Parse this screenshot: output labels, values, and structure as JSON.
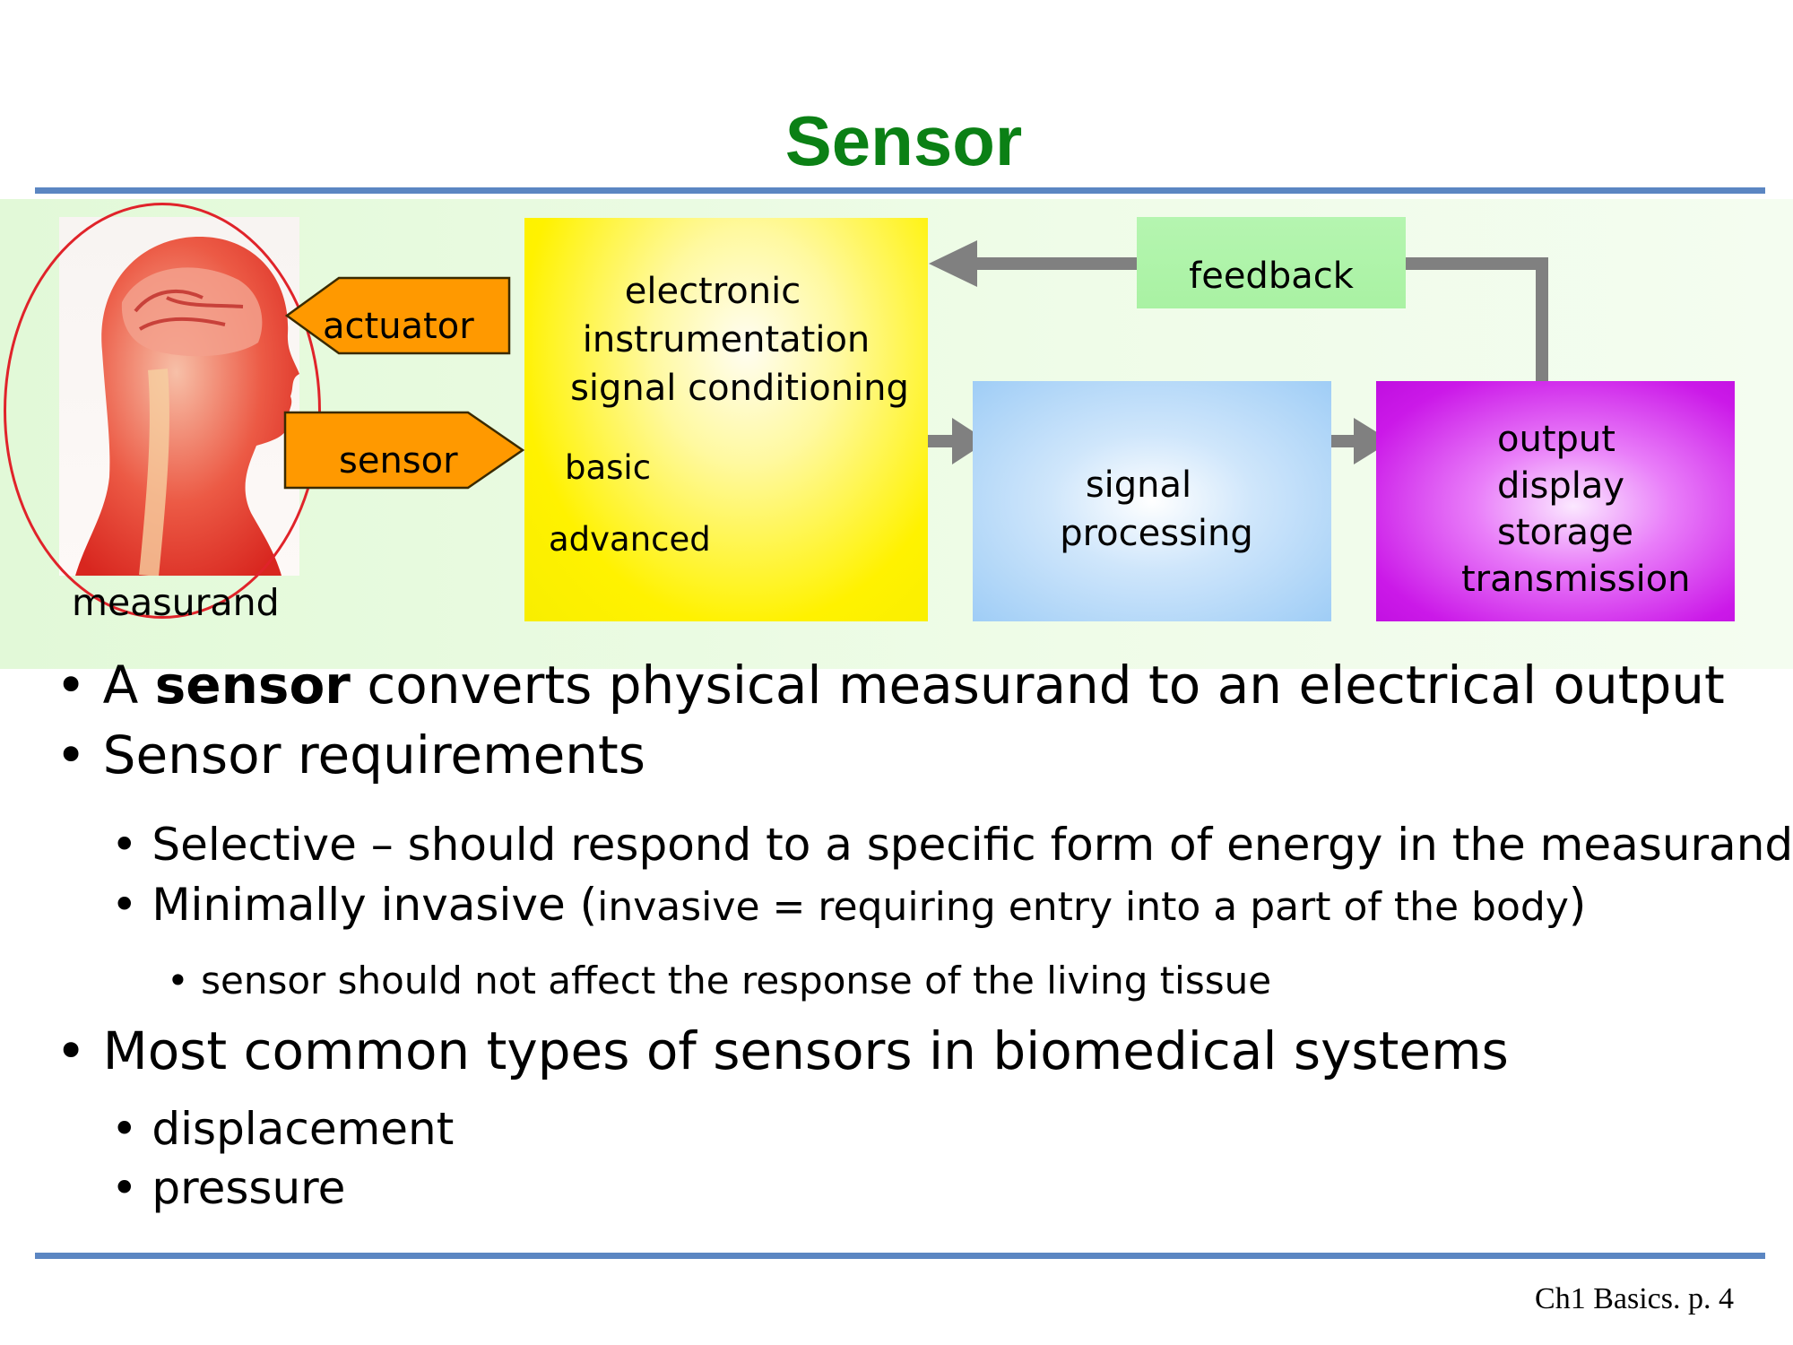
{
  "slide": {
    "title": "Sensor",
    "footer": "Ch1 Basics. p. 4"
  },
  "diagram": {
    "measurand_label": "measurand",
    "actuator_label": "actuator",
    "sensor_label": "sensor",
    "instrumentation_lines": [
      "electronic",
      "instrumentation",
      "signal conditioning"
    ],
    "basic_label": "basic",
    "advanced_label": "advanced",
    "feedback_label": "feedback",
    "processing_lines": [
      "signal",
      "processing"
    ],
    "output_lines": [
      "output",
      "display",
      "storage",
      "transmission"
    ],
    "colors": {
      "instrumentation_box": "#fff200",
      "processing_box": "#9fcdf6",
      "output_box": "#cb19e8",
      "feedback_box": "#adf3a7",
      "pointer_arrows": "#ff9900",
      "flow_arrows": "#808080",
      "measurand_ellipse": "#e0232a",
      "title": "#0b8015",
      "rule": "#5b86c2"
    }
  },
  "bullets": {
    "b1_prefix": "A ",
    "b1_bold": "sensor",
    "b1_rest": " converts physical measurand to an electrical output",
    "b2": "Sensor requirements",
    "b2_1": "Selective – should respond to a specific form of energy in the measurand",
    "b2_2_main": "Minimally invasive ",
    "b2_2_paren_open": "(",
    "b2_2_paren_text": "invasive = requiring entry into a part of the body",
    "b2_2_paren_close": ")",
    "b2_2_1": "sensor should not affect the response of the living tissue",
    "b3": "Most common types of sensors in biomedical systems",
    "b3_1": "displacement",
    "b3_2": "pressure"
  }
}
